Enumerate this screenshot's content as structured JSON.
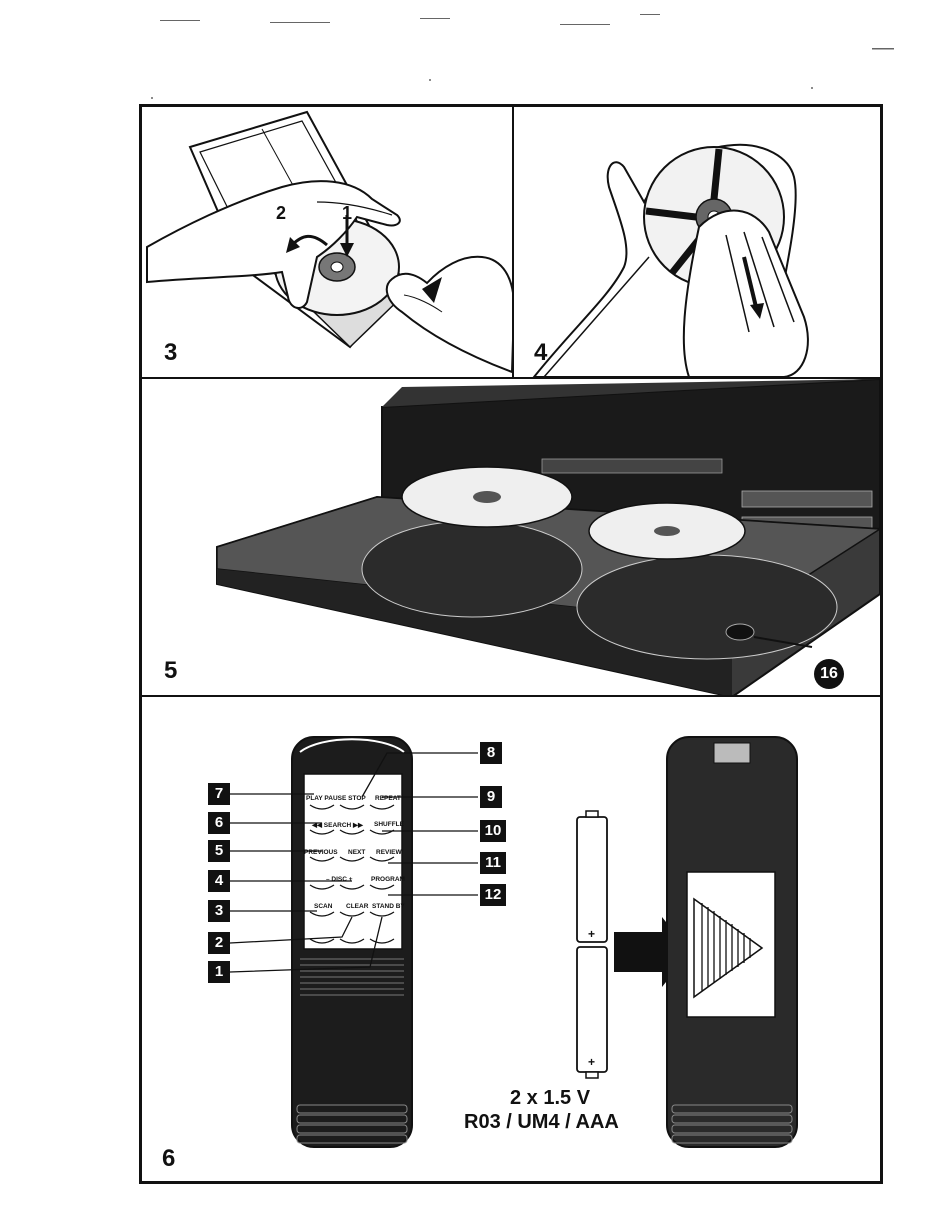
{
  "panels": {
    "p3": {
      "number": "3",
      "step_labels": {
        "one": "1",
        "two": "2"
      }
    },
    "p4": {
      "number": "4"
    },
    "p5": {
      "number": "5",
      "callout": "16"
    },
    "p6": {
      "number": "6",
      "callouts": {
        "c1": "1",
        "c2": "2",
        "c3": "3",
        "c4": "4",
        "c5": "5",
        "c6": "6",
        "c7": "7",
        "c8": "8",
        "c9": "9",
        "c10": "10",
        "c11": "11",
        "c12": "12"
      },
      "remote_buttons": {
        "play_pause_stop": "PLAY PAUSE STOP",
        "repeat": "REPEAT",
        "search": "◀◀ SEARCH ▶▶",
        "shuffle": "SHUFFLE",
        "previous": "PREVIOUS",
        "next": "NEXT",
        "review": "REVIEW",
        "disc": "– DISC +",
        "program": "PROGRAM",
        "scan": "SCAN",
        "clear": "CLEAR",
        "standby": "STAND BY"
      },
      "battery_polarity": "+",
      "battery_spec": {
        "line1": "2 x 1.5 V",
        "line2": "R03 / UM4 / AAA"
      }
    }
  }
}
